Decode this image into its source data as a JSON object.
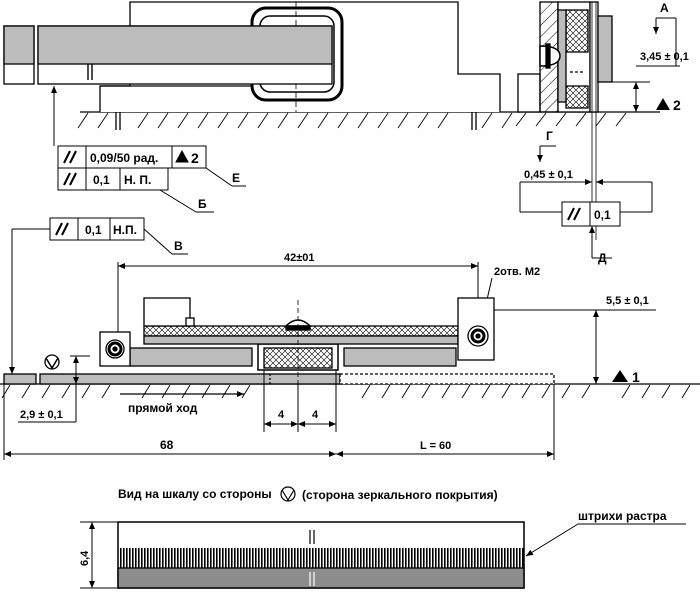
{
  "annotations": {
    "label_a": "А",
    "dim_3_45": "3,45 ± 0,1",
    "base_2_right": "2",
    "label_g": "Г",
    "dim_0_45": "0,45 ± 0,1",
    "frame_d_value": "0,1",
    "label_d": "Д",
    "frame_top_1_value": "0,09/50 рад.",
    "frame_top_1_base": "2",
    "frame_top_2_value": "0,1",
    "frame_top_2_base": "Н. П.",
    "label_e": "Е",
    "label_b": "Б",
    "frame_mid_value": "0,1",
    "frame_mid_base": "Н.П.",
    "label_v": "В",
    "dim_42": "42±01",
    "holes_note": "2отв. М2",
    "dim_5_5": "5,5 ± 0,1",
    "base_1": "1",
    "dim_2_9": "2,9 ± 0,1",
    "forward_move": "прямой ход",
    "dim_4_left": "4",
    "dim_4_right": "4",
    "dim_68": "68",
    "dim_L": "L = 60",
    "view_caption_a": "Вид на шкалу со стороны",
    "view_caption_b": "(сторона зеркального покрытия)",
    "raster_label": "штрихи растра",
    "dim_6_4": "6,4"
  },
  "colors": {
    "line": "#000000",
    "gray_fill": "#bcbcbc",
    "dark_gray": "#8c8c8c",
    "background": "#ffffff"
  }
}
